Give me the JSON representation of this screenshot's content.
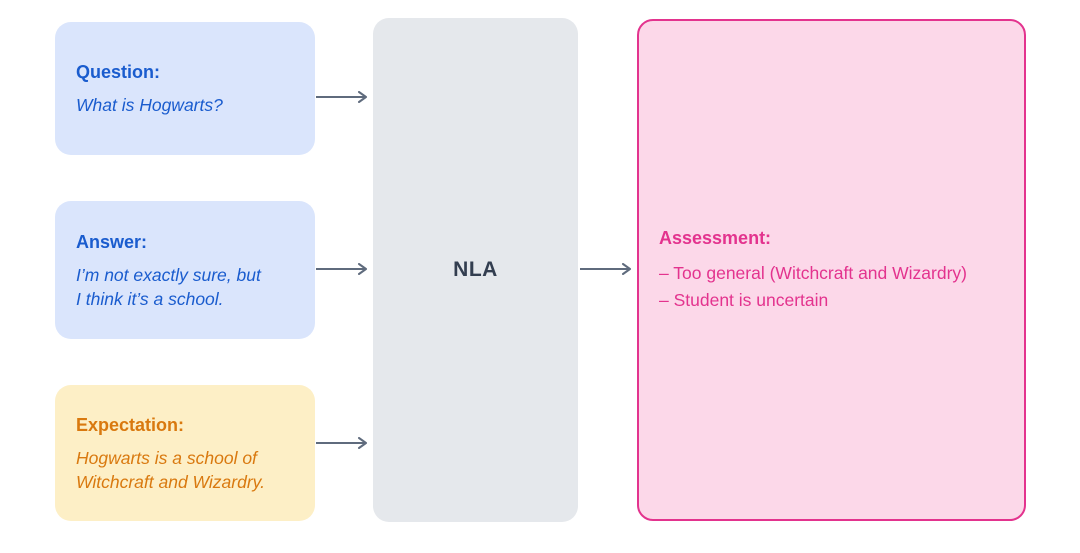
{
  "diagram": {
    "inputs": [
      {
        "id": "question",
        "label": "Question:",
        "text": "What is Hogwarts?"
      },
      {
        "id": "answer",
        "label": "Answer:",
        "text": "I’m not exactly sure, but\nI think it’s a school."
      },
      {
        "id": "expectation",
        "label": "Expectation:",
        "text": "Hogwarts is a school of\nWitchcraft and Wizardry."
      }
    ],
    "processor": {
      "label": "NLA"
    },
    "output": {
      "label": "Assessment:",
      "items": [
        "– Too general (Witchcraft and Wizardry)",
        "– Student is uncertain"
      ]
    },
    "colors": {
      "input_bg": "#DAE5FC",
      "input_text": "#1A5CCE",
      "expectation_bg": "#FDEFC6",
      "expectation_text": "#D9790F",
      "processor_bg": "#E5E8EC",
      "processor_text": "#333E50",
      "arrow": "#5F6B7D",
      "output_bg": "#FCD8E9",
      "output_border": "#E3338E",
      "output_text": "#E3338E"
    }
  }
}
